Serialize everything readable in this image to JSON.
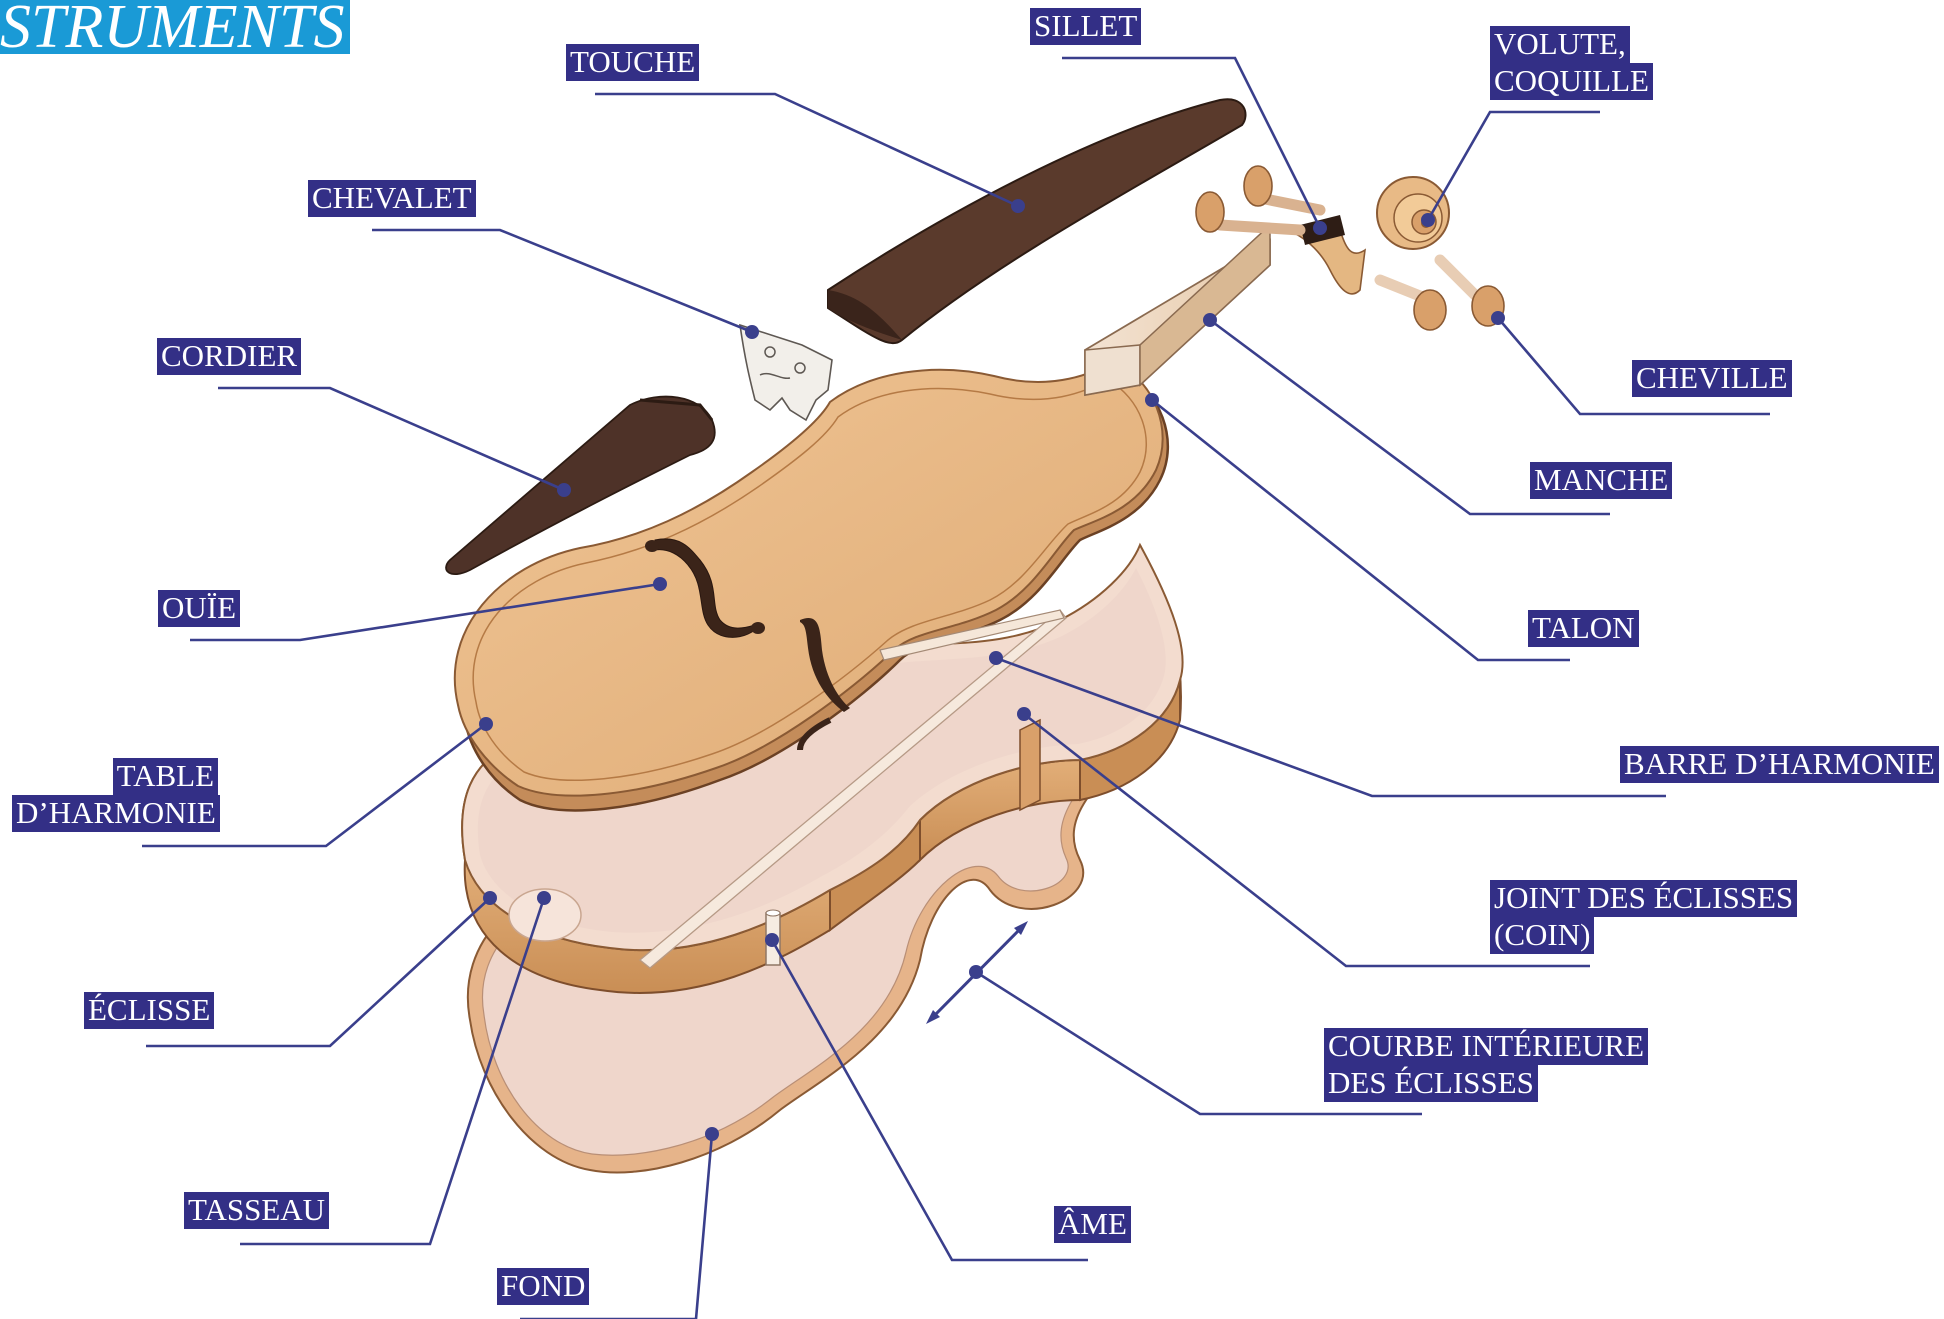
{
  "title": "STRUMENTS",
  "colors": {
    "label_bg": "#332f86",
    "label_text": "#ffffff",
    "title_bg": "#1a9ad6",
    "leader": "#3a3f8c",
    "wood_light": "#e8b98a",
    "wood_mid": "#d69f68",
    "wood_dark": "#4a2c22",
    "inner_pink": "#ecd0c4"
  },
  "labels": {
    "touche": "TOUCHE",
    "sillet": "SILLET",
    "volute": [
      "VOLUTE,",
      "COQUILLE"
    ],
    "chevalet": "CHEVALET",
    "cordier": "CORDIER",
    "cheville": "CHEVILLE",
    "manche": "MANCHE",
    "ouie": "OUÏE",
    "talon": "TALON",
    "table": [
      "TABLE",
      "D’HARMONIE"
    ],
    "barre": "BARRE D’HARMONIE",
    "joint": [
      "JOINT DES ÉCLISSES",
      "(COIN)"
    ],
    "eclisse": "ÉCLISSE",
    "courbe": [
      "COURBE INTÉRIEURE",
      "DES ÉCLISSES"
    ],
    "tasseau": "TASSEAU",
    "ame": "ÂME",
    "fond": "FOND"
  }
}
